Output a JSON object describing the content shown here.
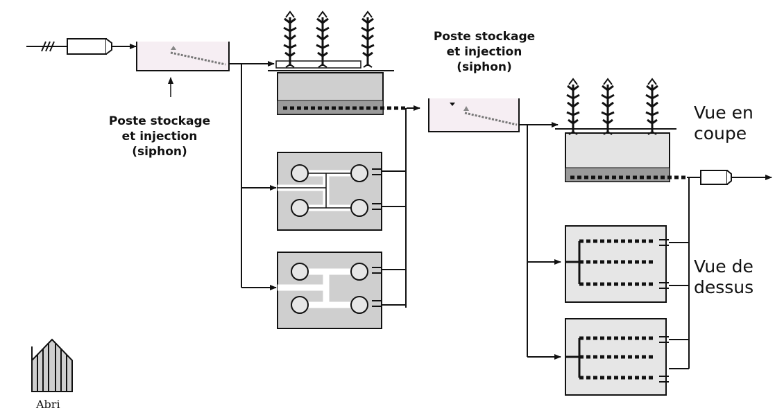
{
  "labels": {
    "storage_1": [
      "Poste stockage",
      "et injection",
      "(siphon)"
    ],
    "storage_2": [
      "Poste stockage",
      "et injection",
      "(siphon)"
    ],
    "section_view": [
      "Vue en",
      "coupe"
    ],
    "top_view": [
      "Vue de",
      "dessus"
    ],
    "shelter": "Abri"
  },
  "colors": {
    "line": "#111111",
    "basin_fill": "#cfcfcf",
    "basin_dark": "#9a9a9a",
    "tank_fill": "#f6eef3",
    "water": "#d9d9d9"
  }
}
